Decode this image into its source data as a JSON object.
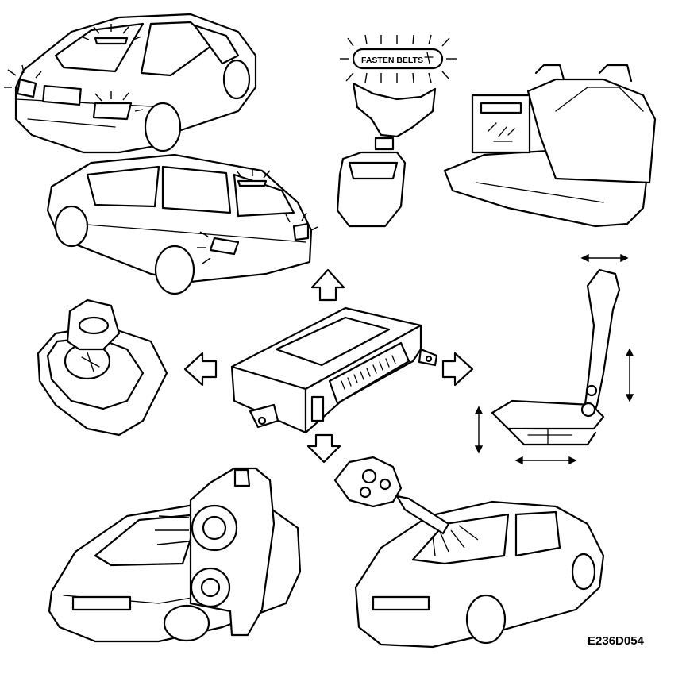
{
  "labels": {
    "belt_sign": "FASTEN BELTS",
    "figure_code": "E236D054"
  },
  "components": [
    "sedan-rear-lights",
    "wagon-rear-lights",
    "seat-belt-buckle-reminder",
    "heated-rear-seat-switch",
    "ignition-switch-key",
    "control-module",
    "power-seat-adjustment",
    "alarm-siren",
    "remote-key-fob"
  ],
  "colors": {
    "line": "#000000",
    "background": "#ffffff"
  }
}
